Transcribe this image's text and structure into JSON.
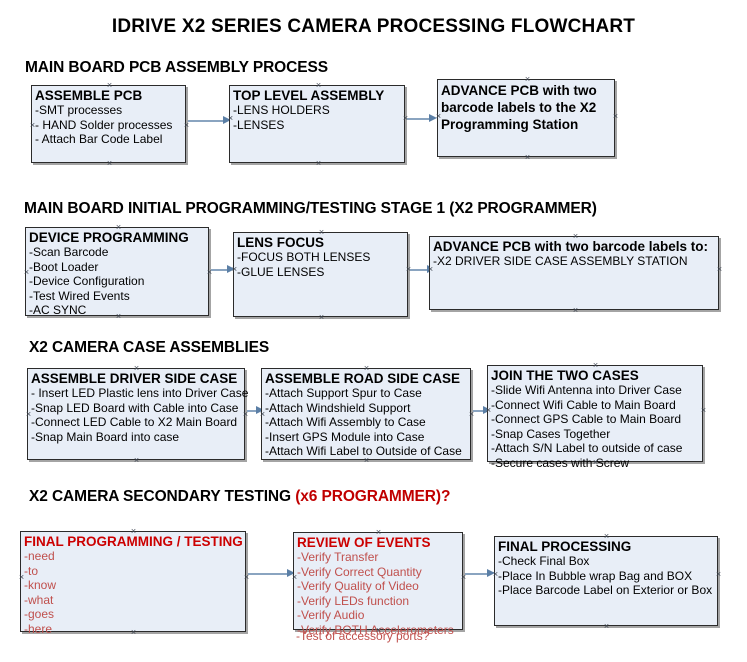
{
  "document": {
    "title": "IDRIVE X2  SERIES CAMERA PROCESSING FLOWCHART"
  },
  "sections": [
    {
      "id": "main-board-pcb-assembly",
      "title": "MAIN BOARD PCB ASSEMBLY PROCESS",
      "title_accent": "",
      "nodes": [
        {
          "id": "assemble-pcb",
          "head": "ASSEMBLE PCB",
          "lines": [
            "-SMT processes",
            "- HAND Solder processes",
            "- Attach Bar Code Label"
          ]
        },
        {
          "id": "top-level-assembly",
          "head": "TOP LEVEL ASSEMBLY",
          "lines": [
            "-LENS HOLDERS",
            "-LENSES"
          ]
        },
        {
          "id": "advance-pcb-programming-station",
          "head": "ADVANCE PCB with two barcode labels to the  X2 Programming Station",
          "lines": []
        }
      ]
    },
    {
      "id": "main-board-initial-programming",
      "title": "MAIN BOARD INITIAL PROGRAMMING/TESTING STAGE 1 (X2 PROGRAMMER)",
      "title_accent": "",
      "nodes": [
        {
          "id": "device-programming",
          "head": "DEVICE PROGRAMMING",
          "lines": [
            "-Scan Barcode",
            "-Boot Loader",
            "-Device Configuration",
            "-Test Wired Events",
            "-AC SYNC"
          ]
        },
        {
          "id": "lens-focus",
          "head": "LENS FOCUS",
          "lines": [
            "-FOCUS BOTH LENSES",
            "-GLUE LENSES"
          ]
        },
        {
          "id": "advance-pcb-driver-side-case",
          "head": "ADVANCE PCB with two barcode labels to:",
          "lines": [
            "-X2 DRIVER  SIDE  CASE  ASSEMBLY STATION"
          ]
        }
      ]
    },
    {
      "id": "x2-camera-case-assemblies",
      "title": "X2 CAMERA CASE ASSEMBLIES",
      "title_accent": "",
      "nodes": [
        {
          "id": "assemble-driver-side-case",
          "head": "ASSEMBLE DRIVER SIDE CASE",
          "lines": [
            "- Insert LED Plastic lens into Driver Case",
            "-Snap LED Board with Cable into Case",
            "-Connect LED Cable to X2 Main Board",
            "-Snap Main Board into case"
          ]
        },
        {
          "id": "assemble-road-side-case",
          "head": "ASSEMBLE ROAD SIDE CASE",
          "lines": [
            "-Attach Support Spur to Case",
            "-Attach Windshield Support",
            "-Attach Wifi Assembly to Case",
            "-Insert GPS Module into Case",
            "-Attach Wifi Label to Outside of Case"
          ]
        },
        {
          "id": "join-the-two-cases",
          "head": "JOIN THE TWO CASES",
          "lines": [
            "-Slide Wifi Antenna into Driver Case",
            "-Connect Wifi Cable to Main Board",
            "-Connect GPS Cable to Main Board",
            "-Snap Cases Together",
            "-Attach S/N Label to outside of case",
            "-Secure cases with Screw"
          ]
        }
      ]
    },
    {
      "id": "x2-camera-secondary-testing",
      "title": "X2 CAMERA SECONDARY TESTING ",
      "title_accent": "(x6 PROGRAMMER)?",
      "nodes": [
        {
          "id": "final-programming-testing",
          "head": "FINAL PROGRAMMING / TESTING",
          "lines": [
            "-need",
            "-to",
            "-know",
            "-what",
            "-goes",
            "-here"
          ]
        },
        {
          "id": "review-of-events",
          "head": "REVIEW OF EVENTS",
          "lines": [
            "-Verify Transfer",
            "-Verify Correct Quantity",
            "-Verify Quality of Video",
            "-Verify LEDs function",
            "-Verify Audio",
            "-Verify BOTH Accelerometers"
          ],
          "overflow_line": "-Test of accessory ports?"
        },
        {
          "id": "final-processing",
          "head": "FINAL PROCESSING",
          "lines": [
            " -Check Final Box",
            "-Place In Bubble wrap Bag and BOX",
            "-Place Barcode Label on Exterior or Box"
          ]
        }
      ]
    }
  ],
  "colors": {
    "node_fill": "#e8eef7",
    "node_border": "#2b2b2b",
    "connector": "#8aa4c0",
    "accent_red": "#c0392b",
    "text": "#000000"
  }
}
